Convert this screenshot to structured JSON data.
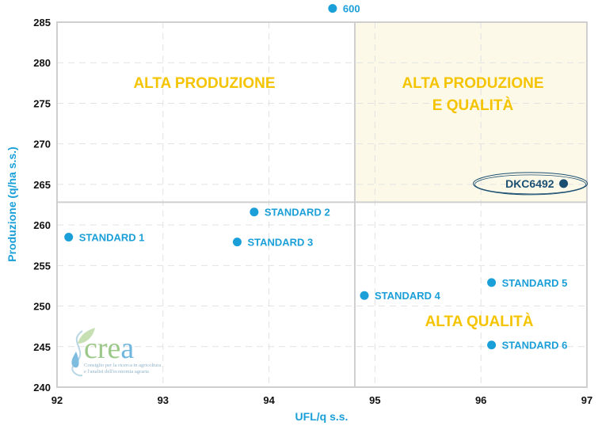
{
  "chart_data": {
    "type": "scatter",
    "title": "",
    "xlabel": "UFL/q s.s.",
    "ylabel": "Produzione (q/ha s.s.)",
    "xlim": [
      92,
      97
    ],
    "ylim": [
      240,
      285
    ],
    "x_ticks": [
      "92",
      "93",
      "94",
      "95",
      "96",
      "97"
    ],
    "y_ticks": [
      "240",
      "245",
      "250",
      "255",
      "260",
      "265",
      "270",
      "275",
      "280",
      "285"
    ],
    "grid": true,
    "quadrant_dividers": {
      "x": 94.81,
      "y": 262.8
    },
    "quadrant_labels": [
      {
        "id": "alta-produzione",
        "lines": [
          "ALTA PRODUZIONE"
        ]
      },
      {
        "id": "alta-produzione-qualita",
        "lines": [
          "ALTA PRODUZIONE",
          "E QUALITÀ"
        ]
      },
      {
        "id": "alta-qualita",
        "lines": [
          "ALTA QUALITÀ"
        ]
      }
    ],
    "highlight_quadrant_color": "#fdf9e9",
    "colors": {
      "point": "#1a9fd8",
      "highlight": "#1b4f72",
      "quadrant_text": "#f5c400"
    },
    "points": [
      {
        "label": "600",
        "x": 94.6,
        "y": 286.7,
        "highlight": false
      },
      {
        "label": "STANDARD 1",
        "x": 92.11,
        "y": 258.5,
        "highlight": false
      },
      {
        "label": "STANDARD 2",
        "x": 93.86,
        "y": 261.6,
        "highlight": false
      },
      {
        "label": "STANDARD 3",
        "x": 93.7,
        "y": 257.9,
        "highlight": false
      },
      {
        "label": "STANDARD 4",
        "x": 94.9,
        "y": 251.3,
        "highlight": false
      },
      {
        "label": "STANDARD 5",
        "x": 96.1,
        "y": 252.9,
        "highlight": false
      },
      {
        "label": "STANDARD 6",
        "x": 96.1,
        "y": 245.2,
        "highlight": false
      },
      {
        "label": "DKC6492",
        "x": 96.78,
        "y": 265.1,
        "highlight": true
      }
    ]
  },
  "logo": {
    "word": "crea",
    "subtitle_line1": "Consiglio per la ricerca in agricoltura",
    "subtitle_line2": "e l'analisi dell'economia agraria"
  }
}
